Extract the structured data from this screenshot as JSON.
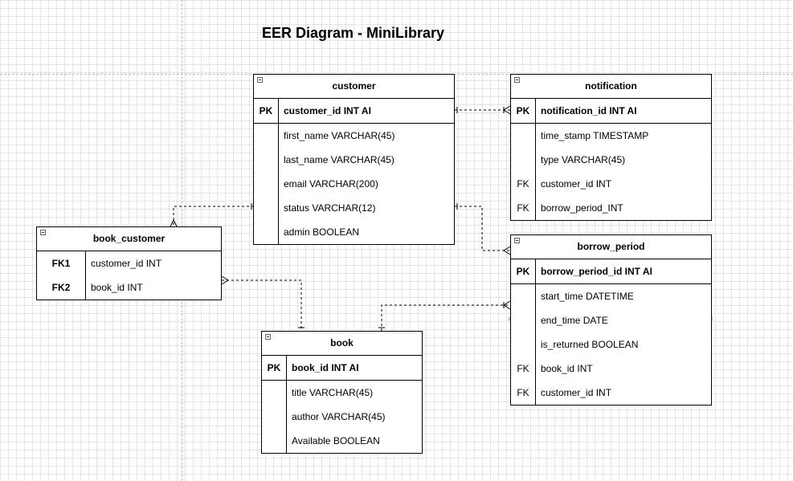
{
  "diagram": {
    "title": "EER Diagram - MiniLibrary"
  },
  "entities": {
    "customer": {
      "name": "customer",
      "pk": [
        {
          "key": "PK",
          "field": "customer_id INT AI"
        }
      ],
      "fields": [
        {
          "key": "",
          "field": "first_name VARCHAR(45)"
        },
        {
          "key": "",
          "field": "last_name VARCHAR(45)"
        },
        {
          "key": "",
          "field": "email VARCHAR(200)"
        },
        {
          "key": "",
          "field": "status VARCHAR(12)"
        },
        {
          "key": "",
          "field": "admin BOOLEAN"
        }
      ]
    },
    "notification": {
      "name": "notification",
      "pk": [
        {
          "key": "PK",
          "field": "notification_id INT AI"
        }
      ],
      "fields": [
        {
          "key": "",
          "field": "time_stamp TIMESTAMP"
        },
        {
          "key": "",
          "field": "type VARCHAR(45)"
        },
        {
          "key": "FK",
          "field": "customer_id INT"
        },
        {
          "key": "FK",
          "field": "borrow_period_INT"
        }
      ]
    },
    "book_customer": {
      "name": "book_customer",
      "pk": [],
      "fields": [
        {
          "key": "FK1",
          "field": "customer_id INT"
        },
        {
          "key": "FK2",
          "field": "book_id INT"
        }
      ]
    },
    "borrow_period": {
      "name": "borrow_period",
      "pk": [
        {
          "key": "PK",
          "field": "borrow_period_id INT AI"
        }
      ],
      "fields": [
        {
          "key": "",
          "field": "start_time DATETIME"
        },
        {
          "key": "",
          "field": "end_time DATE"
        },
        {
          "key": "",
          "field": "is_returned BOOLEAN"
        },
        {
          "key": "FK",
          "field": "book_id INT"
        },
        {
          "key": "FK",
          "field": "customer_id INT"
        }
      ]
    },
    "book": {
      "name": "book",
      "pk": [
        {
          "key": "PK",
          "field": "book_id INT AI"
        }
      ],
      "fields": [
        {
          "key": "",
          "field": "title VARCHAR(45)"
        },
        {
          "key": "",
          "field": "author VARCHAR(45)"
        },
        {
          "key": "",
          "field": "Available BOOLEAN"
        }
      ]
    }
  },
  "relationships": [
    {
      "from": "customer",
      "to": "notification",
      "from_end": "one",
      "to_end": "many"
    },
    {
      "from": "customer",
      "to": "book_customer",
      "from_end": "one",
      "to_end": "many"
    },
    {
      "from": "customer",
      "to": "borrow_period",
      "from_end": "one",
      "to_end": "many"
    },
    {
      "from": "book",
      "to": "book_customer",
      "from_end": "one",
      "to_end": "many"
    },
    {
      "from": "book",
      "to": "borrow_period",
      "from_end": "one",
      "to_end": "many"
    }
  ],
  "colors": {
    "line": "#000000",
    "grid": "#e3e3e3",
    "anchor": "#4aa3df"
  }
}
